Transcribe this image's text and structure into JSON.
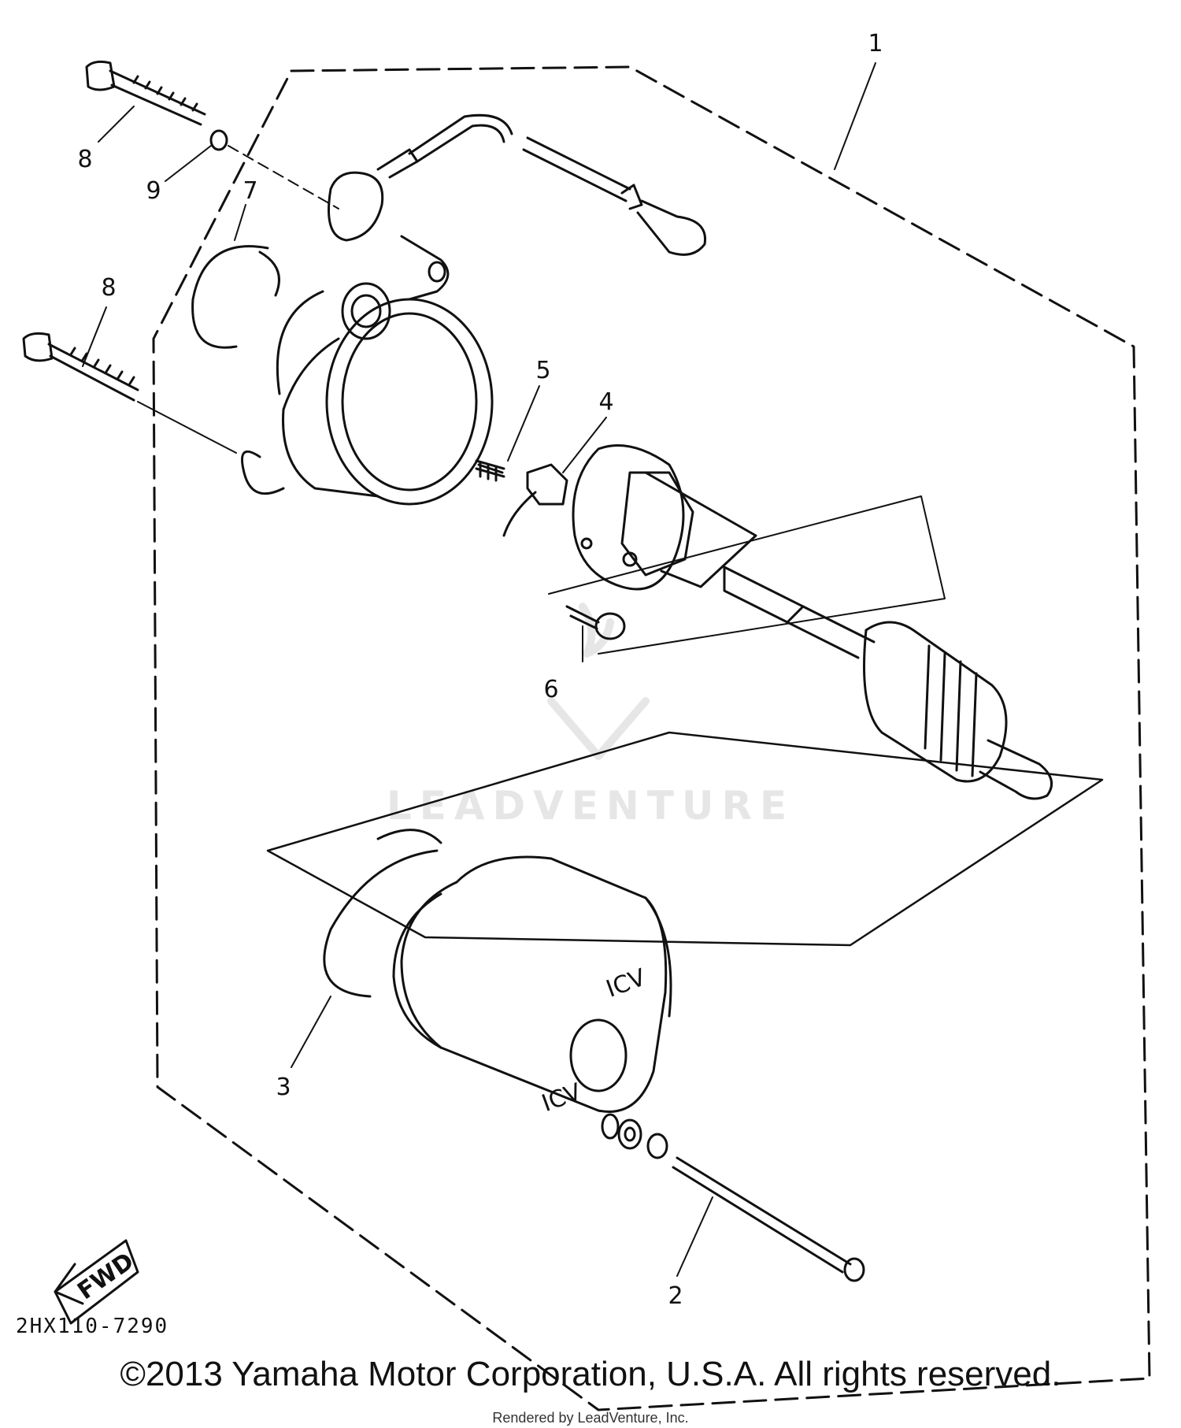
{
  "diagram": {
    "drawing_number": "2HX110-7290",
    "fwd_label": "FWD",
    "watermark": "LEADVENTURE",
    "callouts": [
      "1",
      "2",
      "3",
      "4",
      "5",
      "6",
      "7",
      "8",
      "8",
      "9"
    ],
    "stamps": [
      "ICV",
      "ICV"
    ]
  },
  "footer": {
    "copyright": "©2013 Yamaha Motor Corporation, U.S.A. All rights reserved.",
    "rendered_by": "Rendered by LeadVenture, Inc."
  },
  "colors": {
    "ink": "#111111",
    "watermark": "#e6e6e6",
    "background": "#ffffff"
  }
}
